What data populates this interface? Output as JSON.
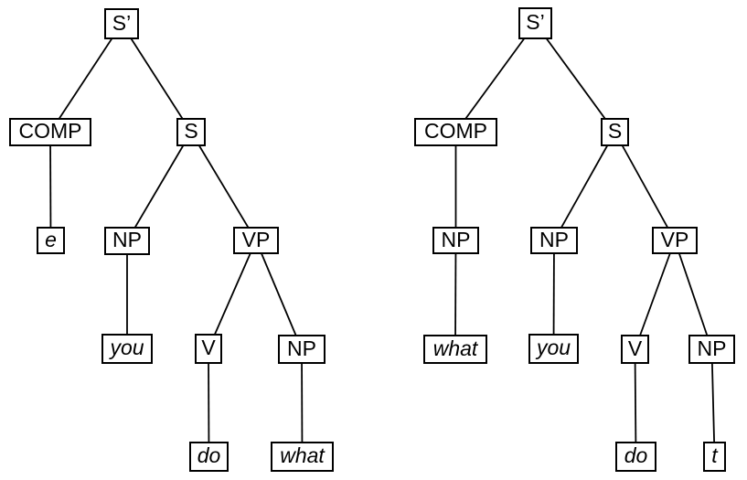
{
  "colors": {
    "background": "#ffffff",
    "line": "#000000",
    "box_border": "#000000",
    "text": "#000000"
  },
  "trees": [
    {
      "name": "left-tree",
      "nodes": {
        "sbar": {
          "label": "S’",
          "italic": false
        },
        "comp": {
          "label": "COMP",
          "italic": false
        },
        "s": {
          "label": "S",
          "italic": false
        },
        "e": {
          "label": "e",
          "italic": true
        },
        "np_subj": {
          "label": "NP",
          "italic": false
        },
        "vp": {
          "label": "VP",
          "italic": false
        },
        "you": {
          "label": "you",
          "italic": true
        },
        "v": {
          "label": "V",
          "italic": false
        },
        "np_obj": {
          "label": "NP",
          "italic": false
        },
        "do": {
          "label": "do",
          "italic": true
        },
        "what": {
          "label": "what",
          "italic": true
        }
      },
      "edges": [
        [
          "sbar",
          "comp"
        ],
        [
          "sbar",
          "s"
        ],
        [
          "comp",
          "e"
        ],
        [
          "s",
          "np_subj"
        ],
        [
          "s",
          "vp"
        ],
        [
          "np_subj",
          "you"
        ],
        [
          "vp",
          "v"
        ],
        [
          "vp",
          "np_obj"
        ],
        [
          "v",
          "do"
        ],
        [
          "np_obj",
          "what"
        ]
      ]
    },
    {
      "name": "right-tree",
      "nodes": {
        "sbar": {
          "label": "S’",
          "italic": false
        },
        "comp": {
          "label": "COMP",
          "italic": false
        },
        "s": {
          "label": "S",
          "italic": false
        },
        "np_comp": {
          "label": "NP",
          "italic": false
        },
        "np_subj": {
          "label": "NP",
          "italic": false
        },
        "vp": {
          "label": "VP",
          "italic": false
        },
        "what": {
          "label": "what",
          "italic": true
        },
        "you": {
          "label": "you",
          "italic": true
        },
        "v": {
          "label": "V",
          "italic": false
        },
        "np_obj": {
          "label": "NP",
          "italic": false
        },
        "do": {
          "label": "do",
          "italic": true
        },
        "t": {
          "label": "t",
          "italic": true
        }
      },
      "edges": [
        [
          "sbar",
          "comp"
        ],
        [
          "sbar",
          "s"
        ],
        [
          "comp",
          "np_comp"
        ],
        [
          "np_comp",
          "what"
        ],
        [
          "s",
          "np_subj"
        ],
        [
          "s",
          "vp"
        ],
        [
          "np_subj",
          "you"
        ],
        [
          "vp",
          "v"
        ],
        [
          "vp",
          "np_obj"
        ],
        [
          "v",
          "do"
        ],
        [
          "np_obj",
          "t"
        ]
      ]
    }
  ]
}
